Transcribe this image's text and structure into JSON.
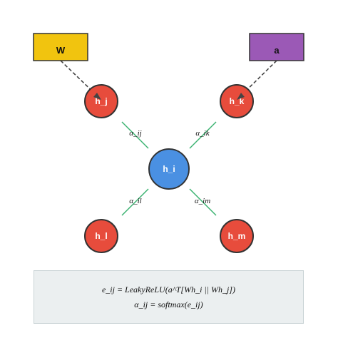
{
  "nodes": {
    "center": "h_i",
    "top_left": "h_j",
    "top_right": "h_k",
    "bottom_left": "h_l",
    "bottom_right": "h_m"
  },
  "edges": {
    "top_left": "α_ij",
    "top_right": "α_ik",
    "bottom_left": "α_il",
    "bottom_right": "α_im"
  },
  "boxes": {
    "left": "W",
    "right": "a"
  },
  "formulas": {
    "line1": "e_ij = LeakyReLU(a^T[Wh_i || Wh_j])",
    "line2": "α_ij = softmax(e_ij)"
  },
  "colors": {
    "center_node": "#4a90e2",
    "neighbor_node": "#e74c3c",
    "edge": "#3cb371",
    "box_w": "#f1c40f",
    "box_a": "#9b59b6"
  }
}
